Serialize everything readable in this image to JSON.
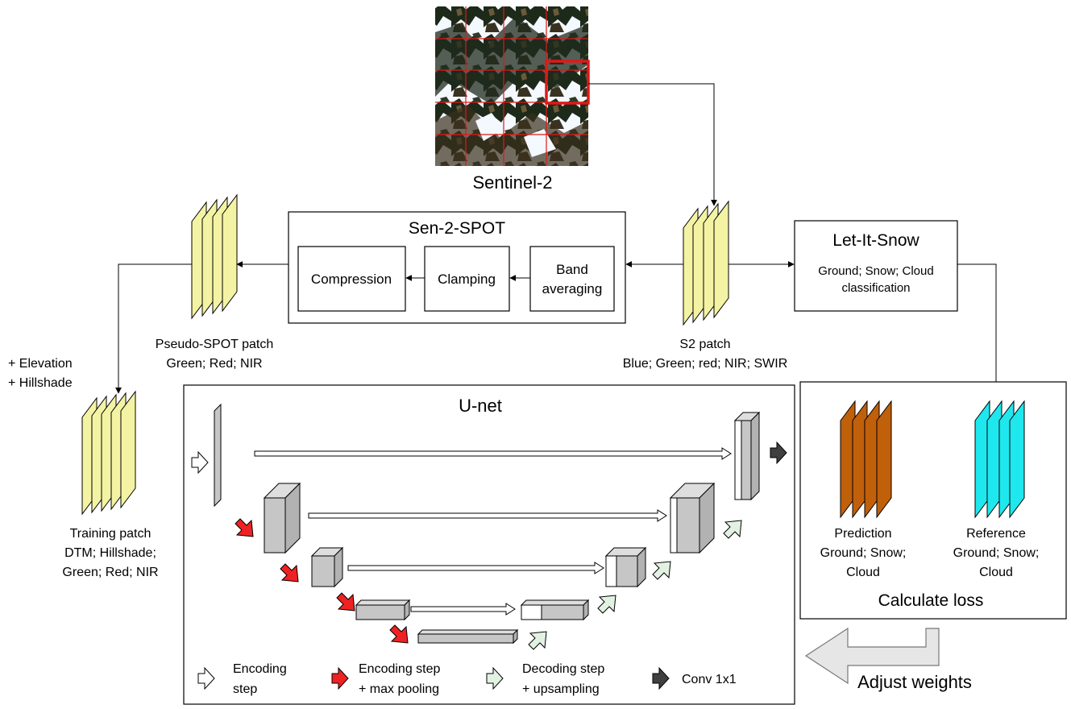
{
  "satellite": {
    "label": "Sentinel-2"
  },
  "sen2spot": {
    "title": "Sen-2-SPOT",
    "steps": [
      {
        "label": "Compression"
      },
      {
        "label": "Clamping"
      },
      {
        "label": "Band",
        "label2": "averaging"
      }
    ]
  },
  "lis": {
    "title": "Let-It-Snow",
    "line1": "Ground; Snow; Cloud",
    "line2": "classification"
  },
  "s2_patch": {
    "line1": "S2 patch",
    "line2": "Blue; Green; red; NIR; SWIR"
  },
  "pseudo_spot": {
    "line1": "Pseudo-SPOT patch",
    "line2": "Green; Red; NIR"
  },
  "extra_inputs": {
    "line1": "+ Elevation",
    "line2": "+ Hillshade"
  },
  "training_patch": {
    "line1": "Training patch",
    "line2": "DTM; Hillshade;",
    "line3": "Green; Red; NIR"
  },
  "unet": {
    "title": "U-net"
  },
  "legend": {
    "encoding": {
      "line1": "Encoding",
      "line2": "step"
    },
    "pooling": {
      "line1": "Encoding step",
      "line2": "+ max pooling"
    },
    "decoding": {
      "line1": "Decoding step",
      "line2": "+ upsampling"
    },
    "conv": {
      "line1": "Conv 1x1"
    }
  },
  "loss_box": {
    "title": "Calculate loss",
    "prediction": {
      "line1": "Prediction",
      "line2": "Ground; Snow;",
      "line3": "Cloud"
    },
    "reference": {
      "line1": "Reference",
      "line2": "Ground; Snow;",
      "line3": "Cloud"
    }
  },
  "adjust": {
    "label": "Adjust weights"
  },
  "colors": {
    "patch_yellow": "#f3f3a3",
    "prediction_orange": "#c0600a",
    "reference_cyan": "#1ee8ee",
    "block_gray": "#c6c6c6",
    "pool_red": "#ee2222",
    "decode_green": "#e2f2e2",
    "conv_dark": "#404040",
    "grid_red": "#e01818"
  }
}
